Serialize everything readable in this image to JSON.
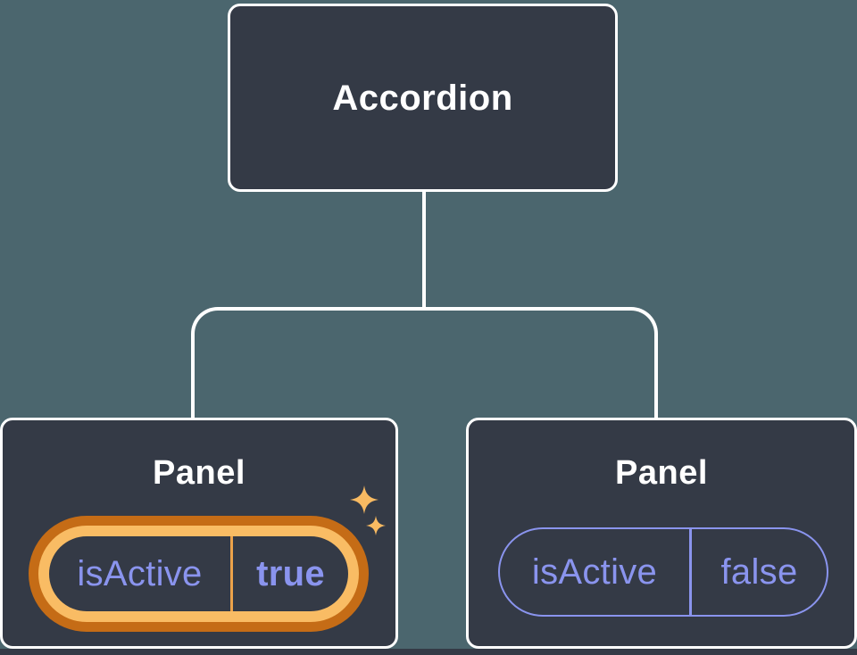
{
  "diagram": {
    "root_label": "Accordion",
    "panels": [
      {
        "label": "Panel",
        "prop_name": "isActive",
        "prop_value": "true",
        "highlighted": true
      },
      {
        "label": "Panel",
        "prop_name": "isActive",
        "prop_value": "false",
        "highlighted": false
      }
    ]
  },
  "icons": {
    "sparkle": "sparkle-icon"
  },
  "colors": {
    "page_bg": "#4B666E",
    "node_bg": "#343A46",
    "node_border": "#FFFFFF",
    "connector": "#FFFFFF",
    "text_white": "#FFFFFF",
    "purple": "#8A94EE",
    "orange_dark": "#C56C16",
    "orange_light": "#F9BC64",
    "divider_orange": "#ECA24A",
    "sparkle": "#F8BA62",
    "bottom_strip": "#343A46"
  }
}
